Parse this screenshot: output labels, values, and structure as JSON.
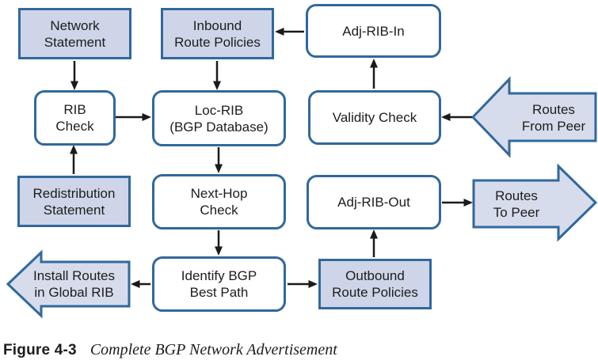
{
  "diagram": {
    "title_context": "BGP network advertisement flow",
    "nodes": {
      "network_statement": {
        "label": "Network\nStatement",
        "shape": "shaded-rect"
      },
      "inbound_route_policies": {
        "label": "Inbound\nRoute Policies",
        "shape": "shaded-rect"
      },
      "adj_rib_in": {
        "label": "Adj-RIB-In",
        "shape": "rounded"
      },
      "rib_check": {
        "label": "RIB\nCheck",
        "shape": "rounded"
      },
      "loc_rib": {
        "label": "Loc-RIB\n(BGP Database)",
        "shape": "rounded"
      },
      "validity_check": {
        "label": "Validity Check",
        "shape": "rounded"
      },
      "routes_from_peer": {
        "label": "Routes\nFrom Peer",
        "shape": "block-arrow-left"
      },
      "redistribution_statement": {
        "label": "Redistribution\nStatement",
        "shape": "shaded-rect"
      },
      "next_hop_check": {
        "label": "Next-Hop\nCheck",
        "shape": "rounded"
      },
      "adj_rib_out": {
        "label": "Adj-RIB-Out",
        "shape": "rounded"
      },
      "routes_to_peer": {
        "label": "Routes\nTo Peer",
        "shape": "block-arrow-right"
      },
      "install_routes_in_global_rib": {
        "label": "Install Routes\nin Global RIB",
        "shape": "block-arrow-left"
      },
      "identify_bgp_best_path": {
        "label": "Identify BGP\nBest Path",
        "shape": "rounded"
      },
      "outbound_route_policies": {
        "label": "Outbound\nRoute Policies",
        "shape": "shaded-rect"
      }
    },
    "edges": [
      {
        "from": "network_statement",
        "to": "rib_check"
      },
      {
        "from": "inbound_route_policies",
        "to": "loc_rib"
      },
      {
        "from": "adj_rib_in",
        "to": "inbound_route_policies"
      },
      {
        "from": "rib_check",
        "to": "loc_rib"
      },
      {
        "from": "redistribution_statement",
        "to": "rib_check"
      },
      {
        "from": "loc_rib",
        "to": "next_hop_check"
      },
      {
        "from": "validity_check",
        "to": "adj_rib_in"
      },
      {
        "from": "routes_from_peer",
        "to": "validity_check"
      },
      {
        "from": "next_hop_check",
        "to": "identify_bgp_best_path"
      },
      {
        "from": "adj_rib_out",
        "to": "routes_to_peer"
      },
      {
        "from": "outbound_route_policies",
        "to": "adj_rib_out"
      },
      {
        "from": "identify_bgp_best_path",
        "to": "install_routes_in_global_rib"
      },
      {
        "from": "identify_bgp_best_path",
        "to": "outbound_route_policies"
      }
    ],
    "colors": {
      "box_border": "#31689d",
      "shaded_fill": "#ced5e8",
      "block_arrow_fill": "#d6dcec",
      "connector": "#1a1a1a",
      "text": "#1d1d1b",
      "white_fill": "#ffffff"
    }
  },
  "caption": {
    "figure_label": "Figure 4-3",
    "figure_title": "Complete BGP Network Advertisement"
  }
}
